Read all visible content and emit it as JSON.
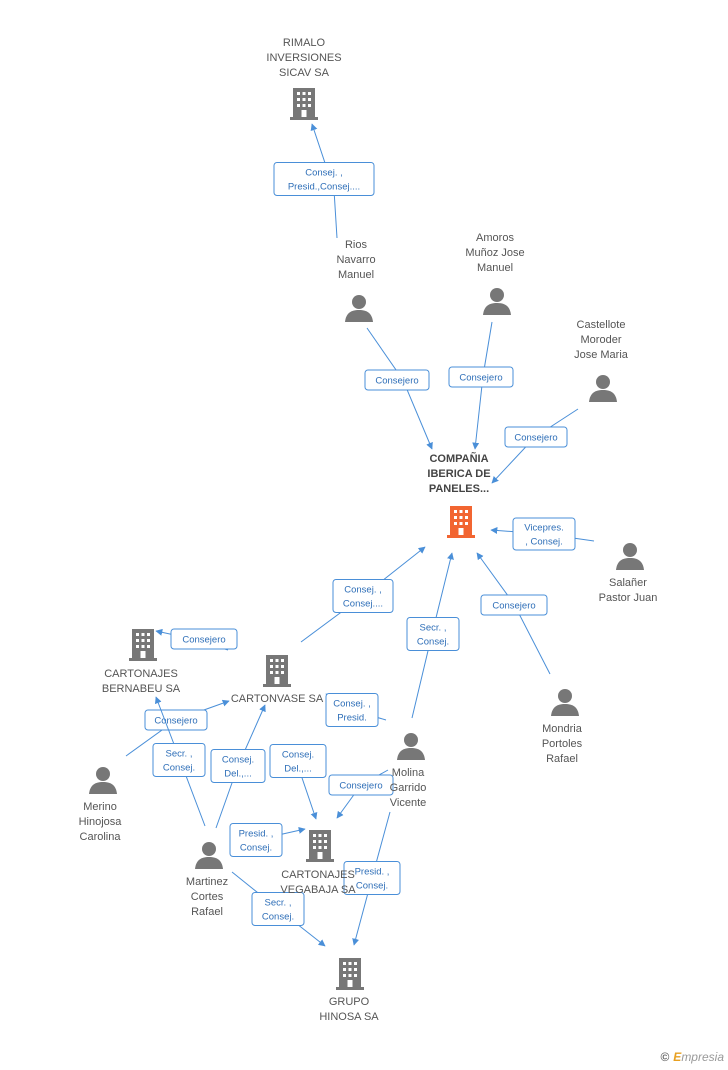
{
  "colors": {
    "edge": "#4a8fd8",
    "node": "#777777",
    "main": "#f26531",
    "text": "#555555"
  },
  "nodes": [
    {
      "id": "rimalo",
      "type": "company",
      "lines": [
        "RIMALO",
        "INVERSIONES",
        "SICAV SA"
      ]
    },
    {
      "id": "rios",
      "type": "person",
      "lines": [
        "Rios",
        "Navarro",
        "Manuel"
      ]
    },
    {
      "id": "amoros",
      "type": "person",
      "lines": [
        "Amoros",
        "Muñoz Jose",
        "Manuel"
      ]
    },
    {
      "id": "castellote",
      "type": "person",
      "lines": [
        "Castellote",
        "Moroder",
        "Jose Maria"
      ]
    },
    {
      "id": "compania",
      "type": "main",
      "lines": [
        "COMPAÑIA",
        "IBERICA DE",
        "PANELES..."
      ]
    },
    {
      "id": "salaner",
      "type": "person",
      "lines": [
        "Salañer",
        "Pastor Juan"
      ]
    },
    {
      "id": "bernabeu",
      "type": "company",
      "lines": [
        "CARTONAJES",
        "BERNABEU SA"
      ]
    },
    {
      "id": "cartonvase",
      "type": "company",
      "lines": [
        "CARTONVASE SA"
      ]
    },
    {
      "id": "mondria",
      "type": "person",
      "lines": [
        "Mondria",
        "Portoles",
        "Rafael"
      ]
    },
    {
      "id": "molina",
      "type": "person",
      "lines": [
        "Molina",
        "Garrido",
        "Vicente"
      ]
    },
    {
      "id": "merino",
      "type": "person",
      "lines": [
        "Merino",
        "Hinojosa",
        "Carolina"
      ]
    },
    {
      "id": "vegabaja",
      "type": "company",
      "lines": [
        "CARTONAJES",
        "VEGABAJA SA"
      ]
    },
    {
      "id": "martinez",
      "type": "person",
      "lines": [
        "Martinez",
        "Cortes",
        "Rafael"
      ]
    },
    {
      "id": "hinosa",
      "type": "company",
      "lines": [
        "GRUPO",
        "HINOSA SA"
      ]
    }
  ],
  "edges": [
    {
      "id": "e1",
      "lines": [
        "Consej. ,",
        "Presid.,Consej...."
      ]
    },
    {
      "id": "e2",
      "lines": [
        "Consejero"
      ]
    },
    {
      "id": "e3",
      "lines": [
        "Consejero"
      ]
    },
    {
      "id": "e4",
      "lines": [
        "Consejero"
      ]
    },
    {
      "id": "e5",
      "lines": [
        "Vicepres.",
        ", Consej."
      ]
    },
    {
      "id": "e6",
      "lines": [
        "Consej. ,",
        "Consej...."
      ]
    },
    {
      "id": "e7",
      "lines": [
        "Secr. ,",
        "Consej."
      ]
    },
    {
      "id": "e8",
      "lines": [
        "Consejero"
      ]
    },
    {
      "id": "e9",
      "lines": [
        "Consejero"
      ]
    },
    {
      "id": "e10",
      "lines": [
        "Consejero"
      ]
    },
    {
      "id": "e11",
      "lines": [
        "Consej. ,",
        "Presid."
      ]
    },
    {
      "id": "e12",
      "lines": [
        "Secr. ,",
        "Consej."
      ]
    },
    {
      "id": "e13",
      "lines": [
        "Consej.",
        "Del.,..."
      ]
    },
    {
      "id": "e14",
      "lines": [
        "Consej.",
        "Del.,..."
      ]
    },
    {
      "id": "e15",
      "lines": [
        "Consejero"
      ]
    },
    {
      "id": "e16",
      "lines": [
        "Presid. ,",
        "Consej."
      ]
    },
    {
      "id": "e17",
      "lines": [
        "Presid. ,",
        "Consej."
      ]
    },
    {
      "id": "e18",
      "lines": [
        "Secr. ,",
        "Consej."
      ]
    }
  ],
  "brand": {
    "symbol": "©",
    "first": "E",
    "rest": "mpresia"
  }
}
